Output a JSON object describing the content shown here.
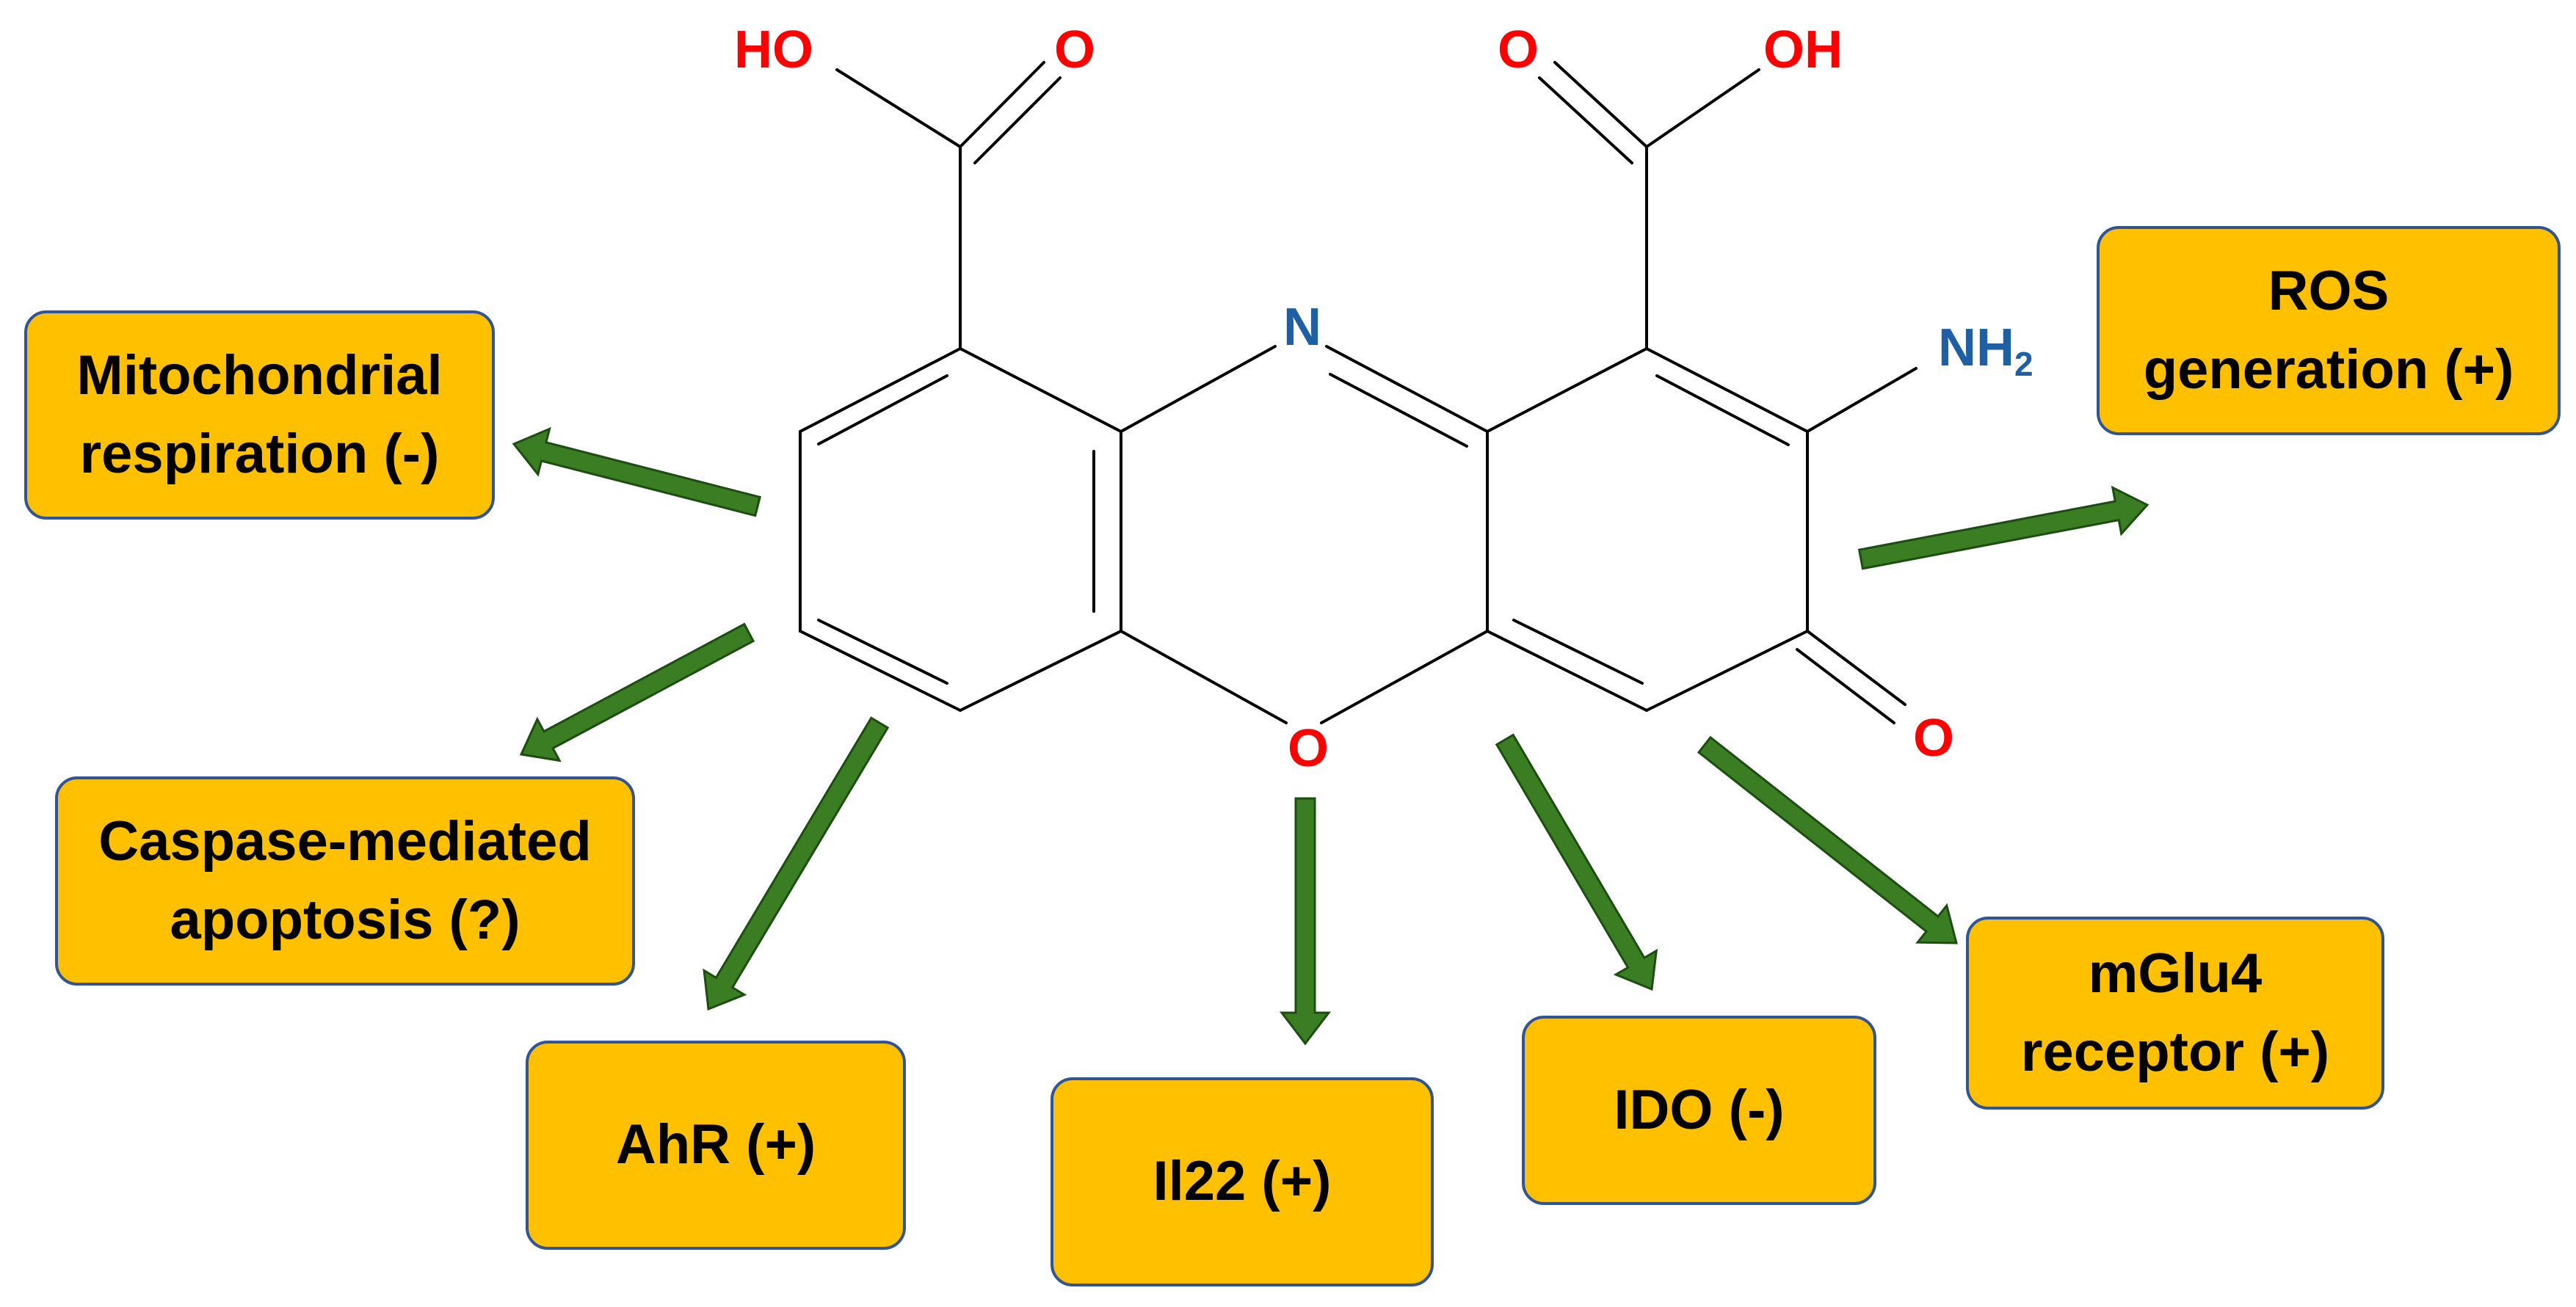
{
  "colors": {
    "box_fill": "#FFC000",
    "box_border": "#2F5597",
    "arrow_fill": "#3A7D22",
    "oxygen_label": "#FF0000",
    "nitrogen_label": "#1F5FA6",
    "bond": "#000000"
  },
  "molecule": {
    "atoms": {
      "ho_left": "HO",
      "o_left_carbonyl": "O",
      "o_right_carbonyl": "O",
      "oh_right": "OH",
      "n_ring": "N",
      "nh2": "NH",
      "nh2_subscript": "2",
      "o_ring": "O",
      "o_ketone": "O"
    }
  },
  "effects": {
    "mito": {
      "line1": "Mitochondrial",
      "line2": "respiration (-)"
    },
    "ros": {
      "line1": "ROS",
      "line2": "generation (+)"
    },
    "caspase": {
      "line1": "Caspase-mediated",
      "line2": "apoptosis (?)"
    },
    "ahr": {
      "line1": "AhR (+)"
    },
    "il22": {
      "line1": "Il22 (+)"
    },
    "ido": {
      "line1": "IDO (-)"
    },
    "mglu4": {
      "line1": "mGlu4",
      "line2": "receptor (+)"
    }
  }
}
